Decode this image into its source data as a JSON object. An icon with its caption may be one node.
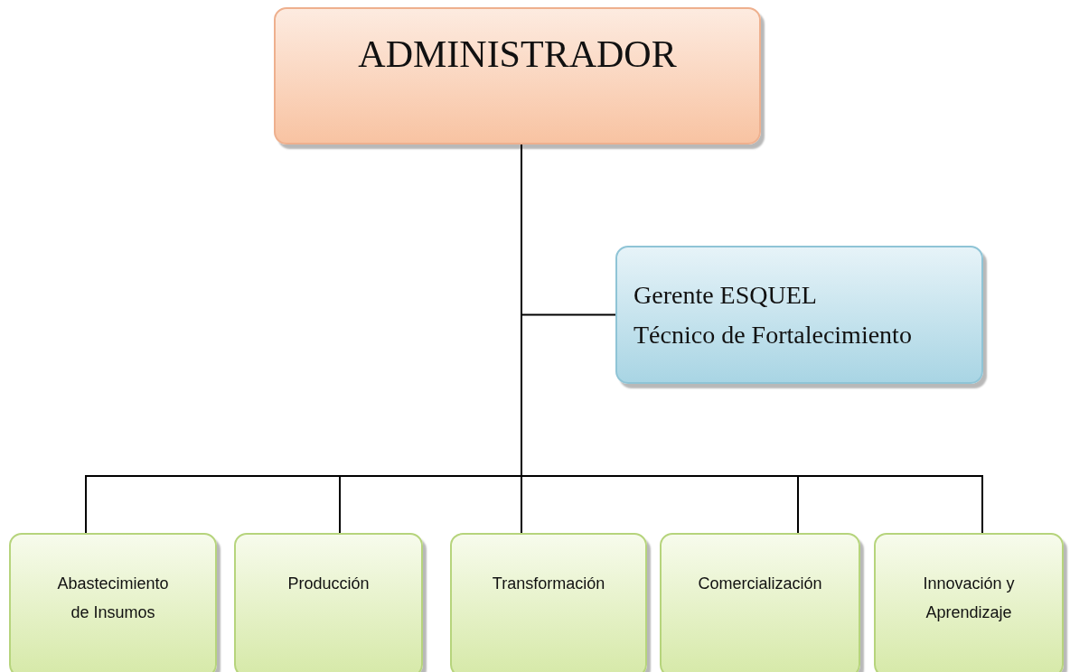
{
  "diagram": {
    "nodes": [
      {
        "text": [
          "ADMINISTRADOR"
        ]
      },
      {
        "text": [
          "Gerente ESQUEL",
          "Técnico de Fortalecimiento"
        ]
      },
      {
        "text": [
          "Abastecimiento de Insumos"
        ]
      },
      {
        "text": [
          "Producción"
        ]
      },
      {
        "text": [
          "Transformación"
        ]
      },
      {
        "text": [
          "Comercialización"
        ]
      },
      {
        "text": [
          "Innovación y Aprendizaje"
        ]
      }
    ],
    "edges": [
      {
        "from": 0,
        "to": 1,
        "arrow": "none"
      },
      {
        "from": 0,
        "to": 2,
        "arrow": "none"
      },
      {
        "from": 0,
        "to": 3,
        "arrow": "none"
      },
      {
        "from": 0,
        "to": 4,
        "arrow": "none"
      },
      {
        "from": 0,
        "to": 5,
        "arrow": "none"
      },
      {
        "from": 0,
        "to": 6,
        "arrow": "none"
      }
    ]
  }
}
